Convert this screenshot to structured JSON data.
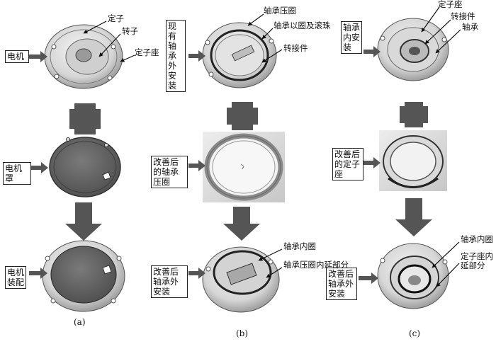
{
  "columns": {
    "a": {
      "caption": "(a)",
      "box_motor": "电机",
      "box_cover": "电机罩",
      "box_assembly": "电机装配",
      "callout_stator": "定子",
      "callout_rotor": "转子",
      "callout_stator_seat": "定子座"
    },
    "b": {
      "caption": "(b)",
      "box_existing": "现有轴承外安装",
      "box_improved_ring": "改善后的轴承压圈",
      "box_improved_install": "改善后轴承外安装",
      "callout_press_ring": "轴承压圈",
      "callout_bearing_ring": "轴承以圈及滚珠",
      "callout_adapter": "转接件",
      "callout_inner_ring": "轴承内圈",
      "callout_press_ring_ext": "轴承压圈内延部分"
    },
    "c": {
      "caption": "(c)",
      "box_inner_install": "轴承内安装",
      "box_improved_seat": "改善后的定子座",
      "box_improved_install": "改善后轴承外安装",
      "callout_stator_seat": "定子座",
      "callout_adapter": "转接件",
      "callout_bearing": "轴承",
      "callout_inner_ring": "轴承内圈",
      "callout_seat_ext": "定子座内延部分"
    }
  },
  "colors": {
    "arrow": "#555555",
    "cover_fill": "#6a6a6a",
    "metal_light": "#e6e6e6",
    "metal_mid": "#bdbdbd",
    "line": "#222222"
  }
}
